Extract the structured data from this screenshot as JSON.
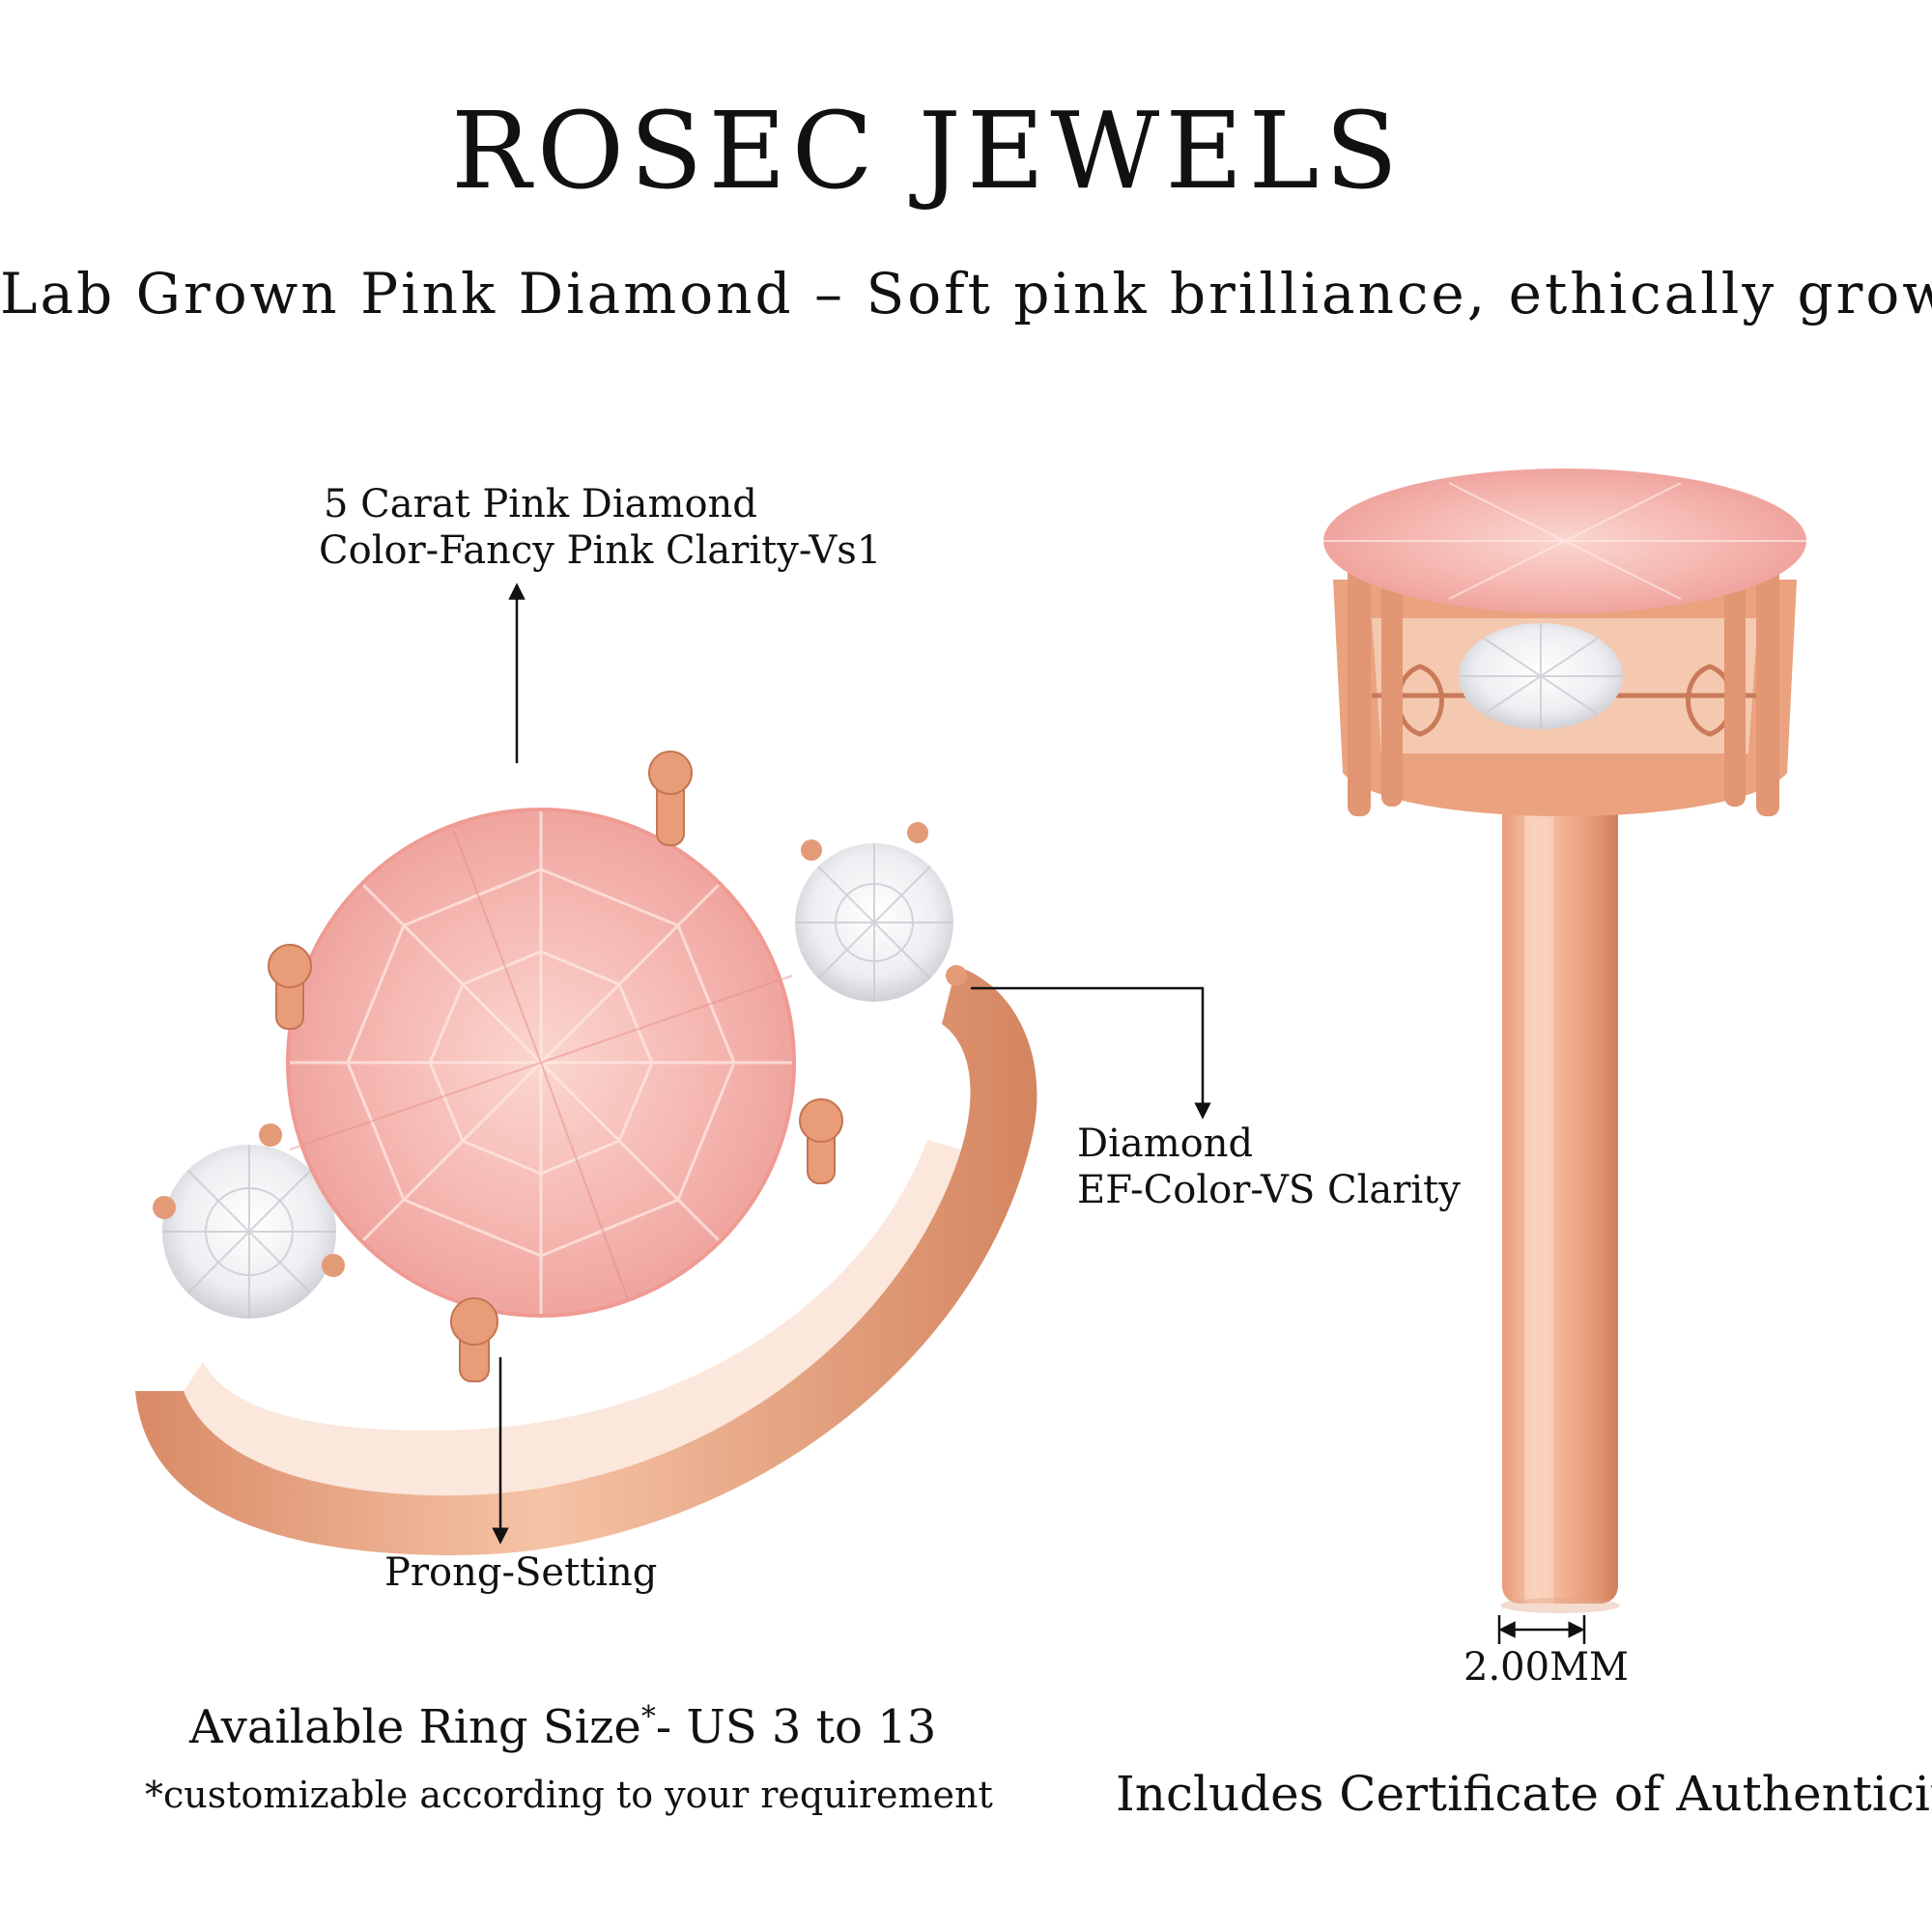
{
  "header": {
    "brand": "ROSEC JEWELS",
    "tagline": "Lab Grown Pink Diamond – Soft pink brilliance, ethically grown!"
  },
  "callouts": {
    "center_stone_line1": "5 Carat Pink Diamond",
    "center_stone_line2": "Color-Fancy Pink Clarity-Vs1",
    "side_stone_line1": "Diamond",
    "side_stone_line2": "EF-Color-VS Clarity",
    "setting": "Prong-Setting",
    "band_width": "2.00MM"
  },
  "footer": {
    "ring_size_prefix": "Available Ring Size",
    "ring_size_mark": "*",
    "ring_size_suffix": "- US 3 to 13",
    "custom_note": "*customizable according to your requirement",
    "certificate": "Includes Certificate of Authenticity"
  },
  "colors": {
    "rose_gold": "#e9a07e",
    "rose_gold_dark": "#c97a58",
    "pink_stone": "#f6b9b3",
    "white_stone": "#f3f3f5"
  }
}
